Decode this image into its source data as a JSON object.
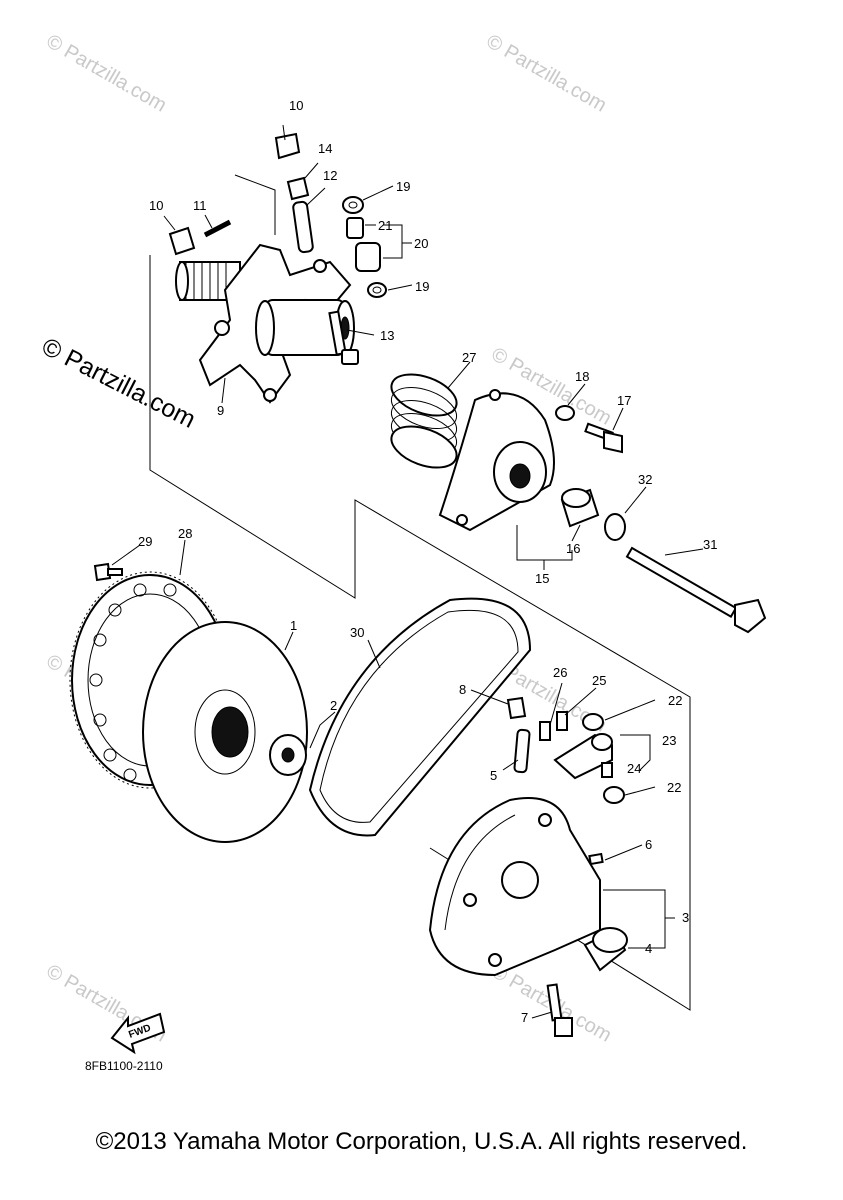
{
  "watermarks": {
    "small": "© Partzilla.com",
    "large": "© Partzilla.com"
  },
  "callouts": [
    "1",
    "2",
    "3",
    "4",
    "5",
    "6",
    "7",
    "8",
    "9",
    "10",
    "10",
    "11",
    "12",
    "13",
    "14",
    "15",
    "16",
    "17",
    "18",
    "19",
    "19",
    "20",
    "21",
    "22",
    "22",
    "23",
    "24",
    "25",
    "26",
    "27",
    "28",
    "29",
    "30",
    "31",
    "32"
  ],
  "fwd_label": "FWD",
  "diagram_code": "8FB1100-2110",
  "copyright": "©2013 Yamaha Motor Corporation, U.S.A. All rights reserved."
}
